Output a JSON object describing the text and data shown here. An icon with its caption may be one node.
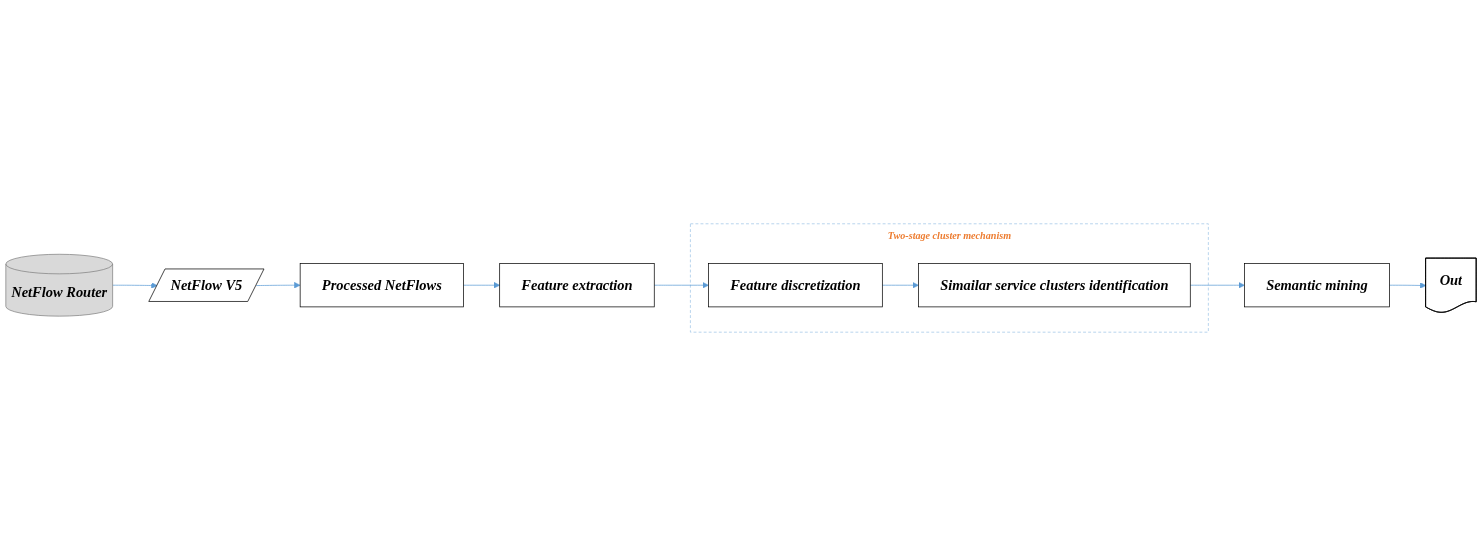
{
  "diagram": {
    "nodes": [
      {
        "text": [
          "NetFlow Router"
        ]
      },
      {
        "text": [
          "NetFlow V5"
        ]
      },
      {
        "text": [
          "Processed NetFlows"
        ]
      },
      {
        "text": [
          "Feature extraction"
        ]
      },
      {
        "text": [
          "Two-stage cluster mechanism"
        ]
      },
      {
        "text": [
          "Feature discretization"
        ],
        "in": 4
      },
      {
        "text": [
          "Simailar service clusters identification"
        ],
        "in": 4
      },
      {
        "text": [
          "Semantic mining"
        ]
      },
      {
        "text": [
          "Out"
        ]
      }
    ],
    "edges": [
      {
        "from": 0,
        "to": 1,
        "arrow": "to"
      },
      {
        "from": 1,
        "to": 2,
        "arrow": "to"
      },
      {
        "from": 2,
        "to": 3,
        "arrow": "to"
      },
      {
        "from": 3,
        "to": 5,
        "arrow": "to"
      },
      {
        "from": 5,
        "to": 6,
        "arrow": "to"
      },
      {
        "from": 6,
        "to": 7,
        "arrow": "to"
      },
      {
        "from": 7,
        "to": 8,
        "arrow": "to"
      }
    ]
  }
}
